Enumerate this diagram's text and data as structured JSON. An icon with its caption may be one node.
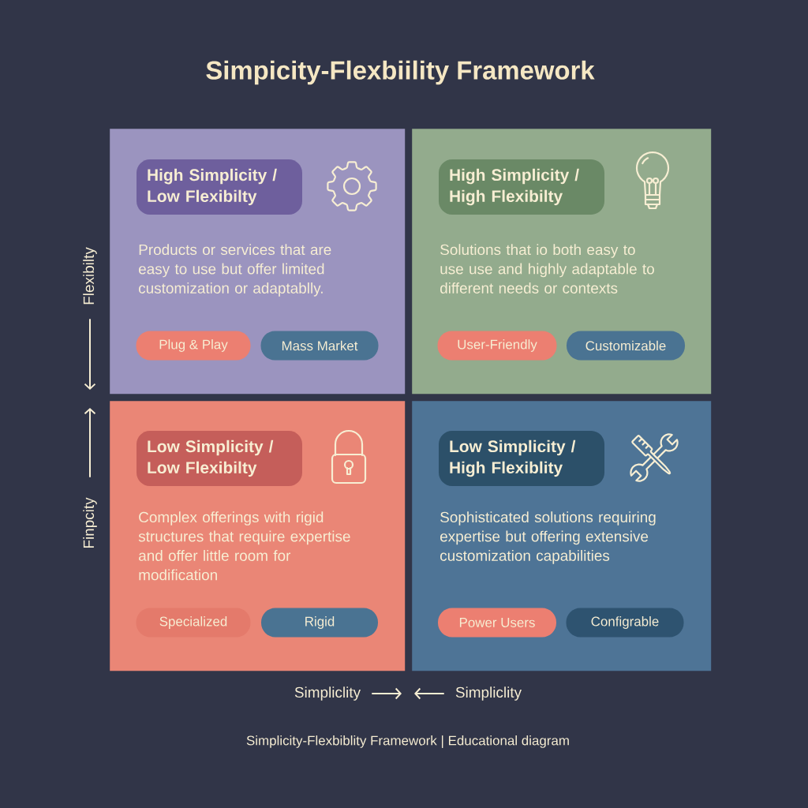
{
  "diagram": {
    "title": "Simpicity-Flexbiility Framework",
    "caption": "Simplicity-Flexbiblity Framework | Educational diagram",
    "nodes": [
      {
        "text": [
          "Products or services that are easy to use but offer limited customization or adaptablly."
        ]
      },
      {
        "text": [
          "High Simplicity / Low Flexibilty"
        ],
        "in": 0
      },
      {
        "text": [
          "Plug & Play"
        ],
        "in": 0
      },
      {
        "text": [
          "Mass Market"
        ],
        "in": 0
      },
      {
        "text": [
          "Solutions that io both easy to use use and highly adaptable to different needs or contexts"
        ]
      },
      {
        "text": [
          "High Simplicity / High Flexibilty"
        ],
        "in": 4
      },
      {
        "text": [
          "User-Friendly"
        ],
        "in": 4
      },
      {
        "text": [
          "Customizable"
        ],
        "in": 4
      },
      {
        "text": [
          "Complex offerings with rigid structures that require expertise and offer little room for modification"
        ]
      },
      {
        "text": [
          "Low Simplicity / Low Flexibilty"
        ],
        "in": 8
      },
      {
        "text": [
          "Specialized"
        ],
        "in": 8
      },
      {
        "text": [
          "Rigid"
        ],
        "in": 8
      },
      {
        "text": [
          "Sophisticated solutions requiring expertise but offering extensive customization capabilities"
        ]
      },
      {
        "text": [
          "Low Simplicity / High Flexiblity"
        ],
        "in": 12
      },
      {
        "text": [
          "Power Users"
        ],
        "in": 12
      },
      {
        "text": [
          "Configrable"
        ],
        "in": 12
      }
    ],
    "labels": [
      "Flexibilty",
      "Finpcity",
      "Simpliclity",
      "Simpliclity"
    ]
  }
}
